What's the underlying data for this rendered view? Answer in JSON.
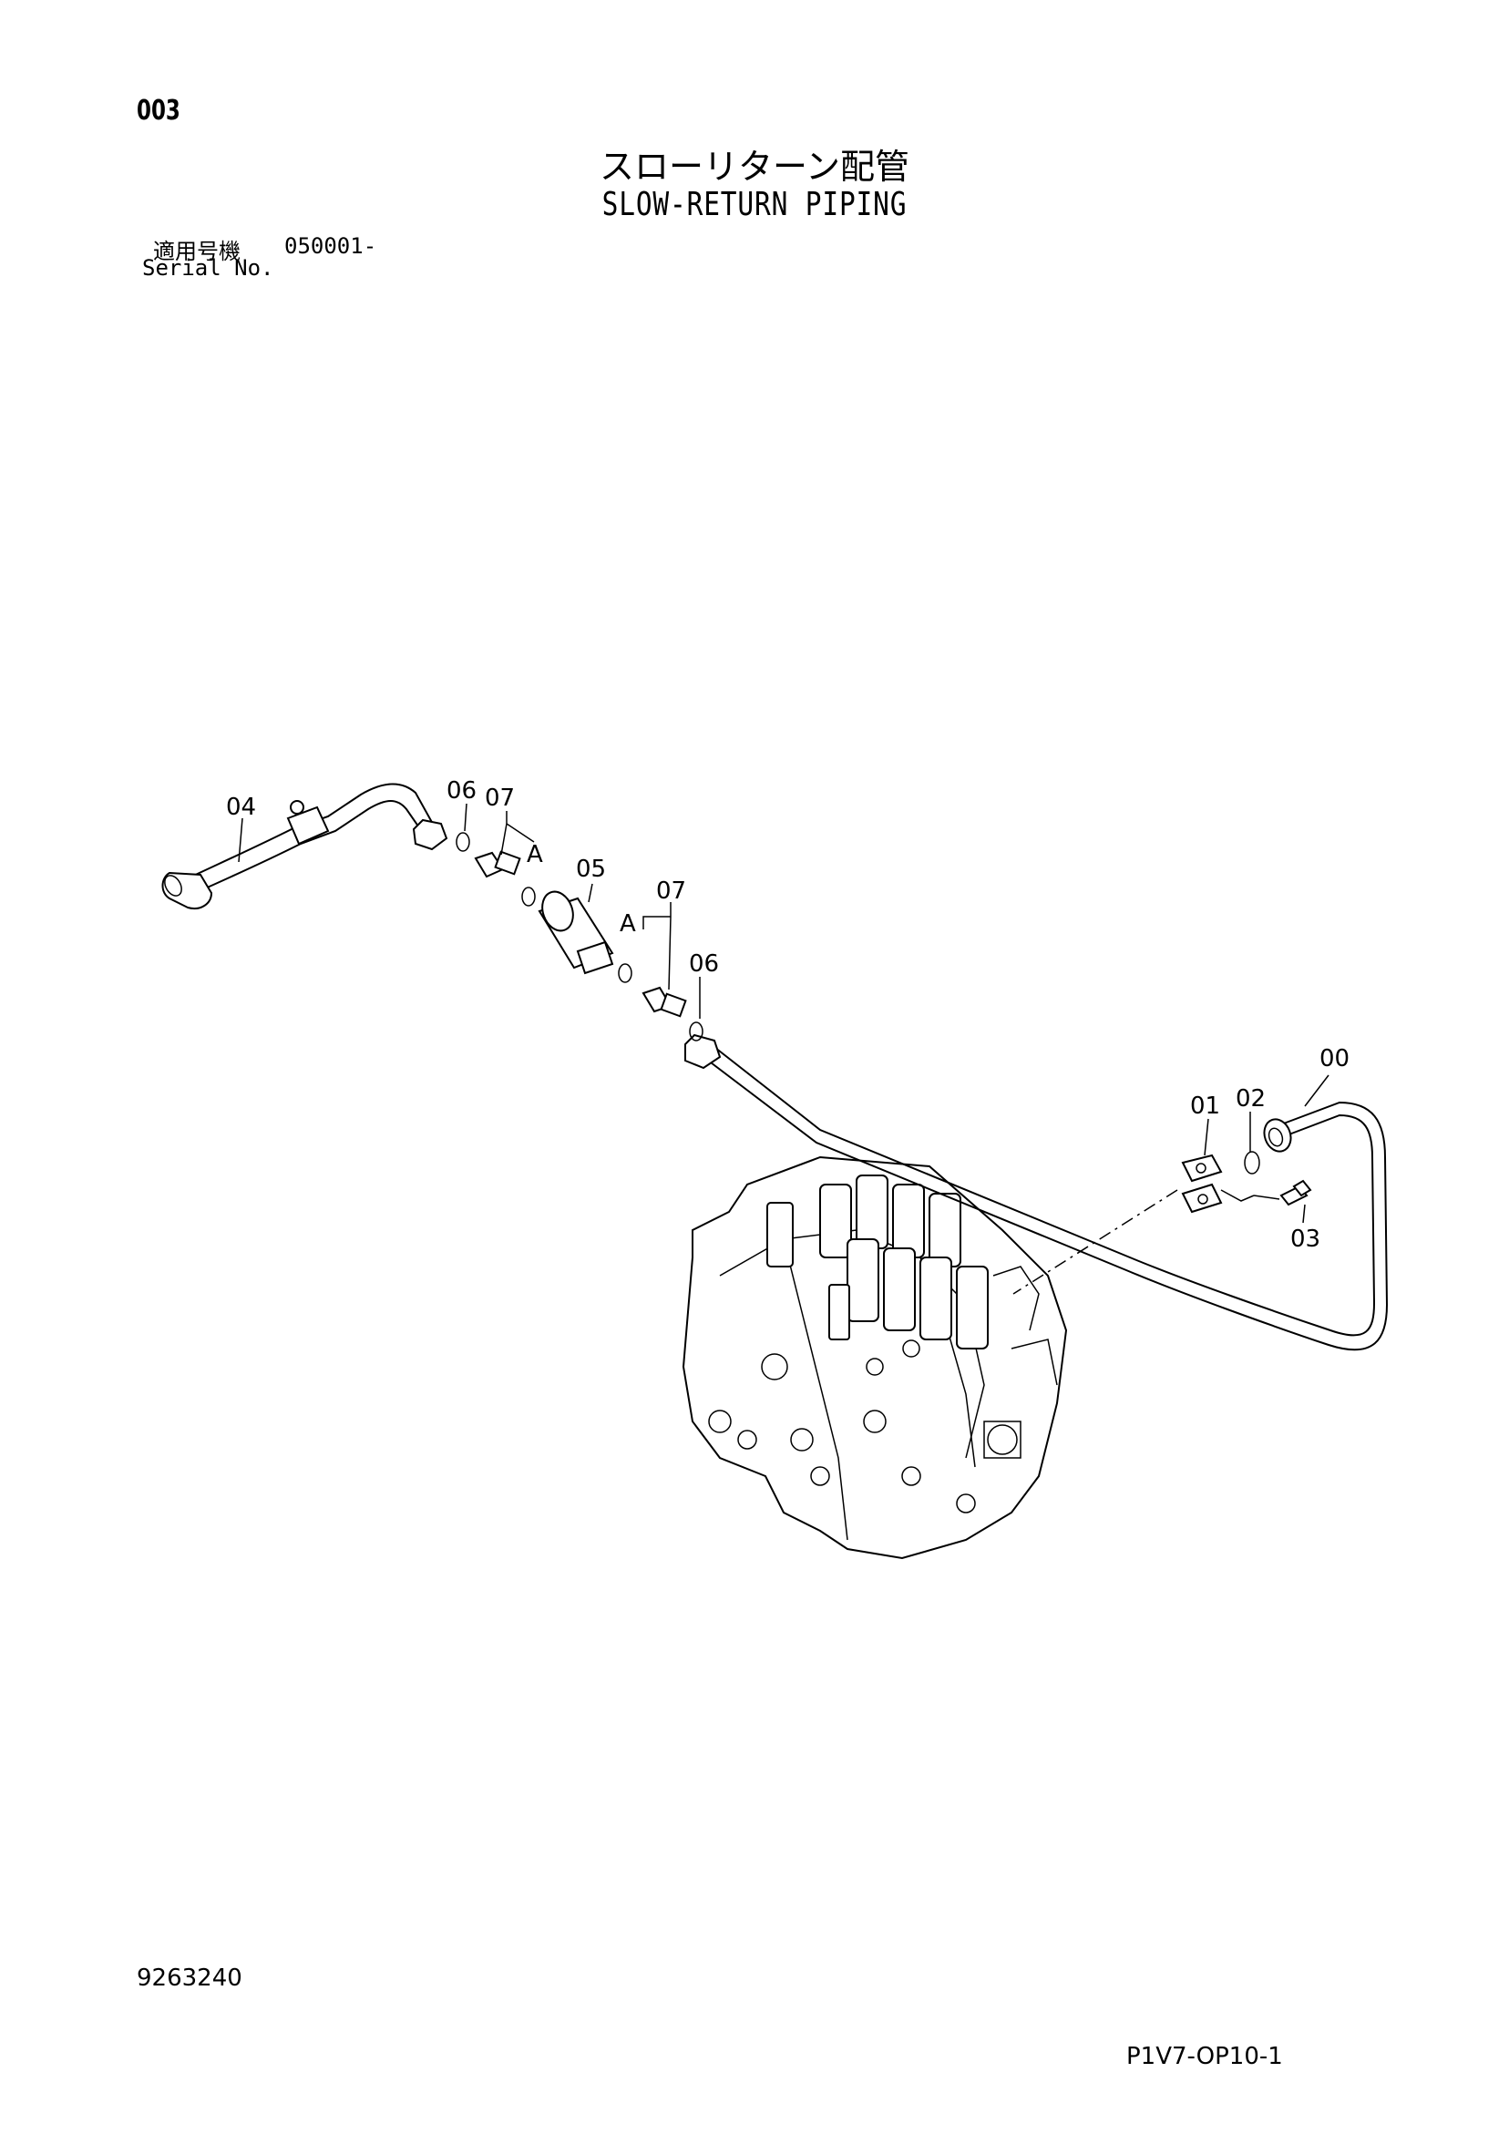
{
  "header": {
    "page_number": "003",
    "title_jp": "スローリターン配管",
    "title_en": "SLOW-RETURN PIPING",
    "serial_label_jp": "適用号機",
    "serial_value": "050001-",
    "serial_label_en": "Serial No."
  },
  "callouts": {
    "c00": "00",
    "c01": "01",
    "c02": "02",
    "c03": "03",
    "c04": "04",
    "c05": "05",
    "c06a": "06",
    "c06b": "06",
    "c07a": "07",
    "c07b": "07",
    "ca1": "A",
    "ca2": "A"
  },
  "footer": {
    "document_number": "9263240",
    "sheet_id": "P1V7-OP10-1"
  }
}
